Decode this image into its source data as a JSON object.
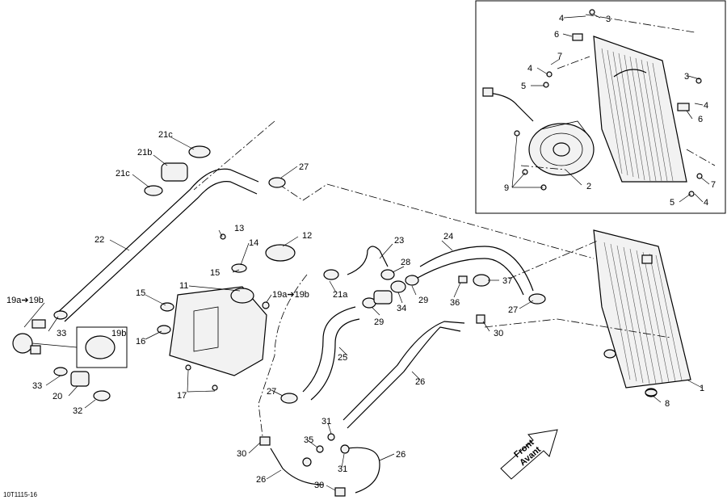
{
  "diagram": {
    "code": "10T1115-16",
    "direction_label": [
      "Front",
      "Avant"
    ],
    "callouts": [
      "1",
      "2",
      "3",
      "4",
      "5",
      "6",
      "7",
      "8",
      "9",
      "11",
      "12",
      "13",
      "14",
      "15",
      "16",
      "17",
      "19a➔19b",
      "19b",
      "20",
      "21a",
      "21b",
      "21c",
      "22",
      "23",
      "24",
      "25",
      "26",
      "27",
      "28",
      "29",
      "30",
      "31",
      "32",
      "33",
      "34",
      "35",
      "36",
      "37"
    ]
  }
}
